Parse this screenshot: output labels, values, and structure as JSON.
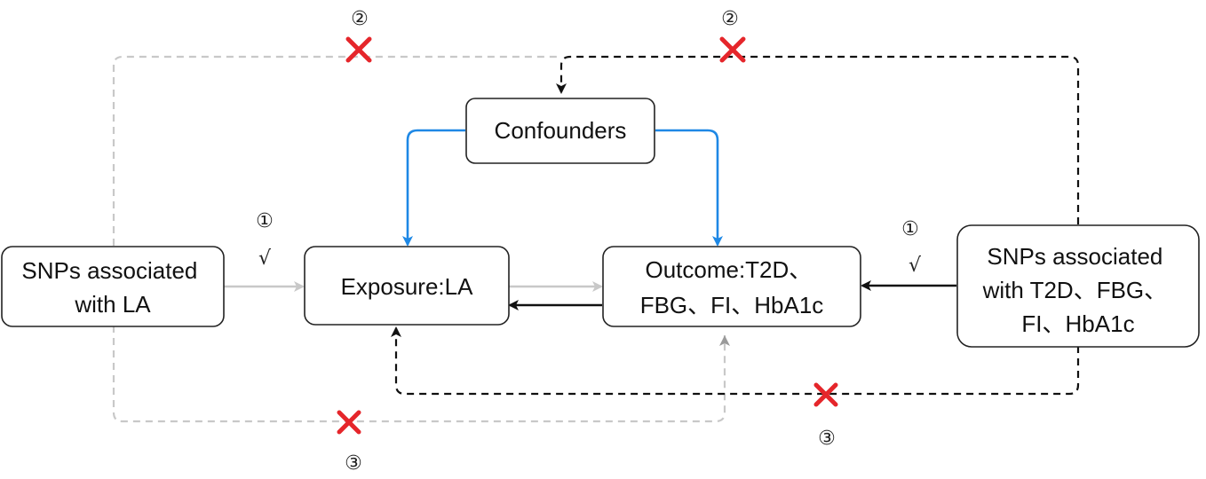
{
  "nodes": {
    "snp_la": {
      "lines": [
        "SNPs associated",
        "with LA"
      ]
    },
    "exposure": {
      "lines": [
        "Exposure:LA"
      ]
    },
    "confounders": {
      "lines": [
        "Confounders"
      ]
    },
    "outcome": {
      "lines": [
        "Outcome:T2D、",
        "FBG、FI、HbA1c"
      ]
    },
    "snp_outcome": {
      "lines": [
        "SNPs associated",
        "with T2D、FBG、",
        "FI、HbA1c"
      ]
    }
  },
  "markers": {
    "one": "①",
    "two": "②",
    "three": "③",
    "check": "√",
    "cross": "✕"
  },
  "colors": {
    "black": "#111111",
    "light_gray": "#c8c8c8",
    "mid_gray": "#9a9a9a",
    "blue": "#1e88e5",
    "cross_red": "#e5262b"
  }
}
